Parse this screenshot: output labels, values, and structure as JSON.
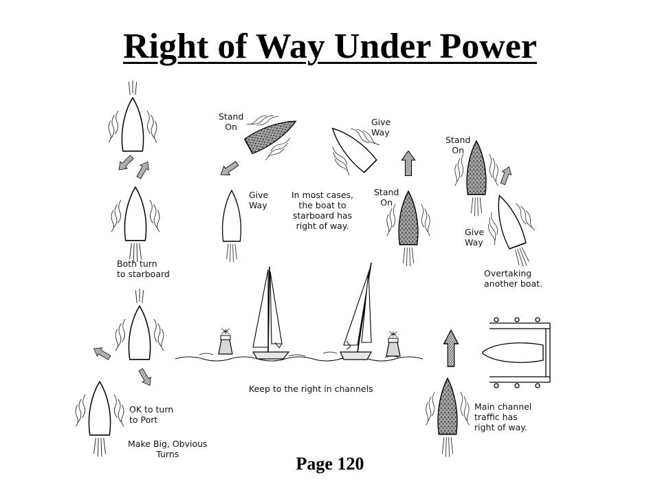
{
  "title": "Right of Way Under Power",
  "page_label": "Page 120",
  "labels": {
    "stand_on_1": [
      "Stand",
      "On"
    ],
    "give_way_1": [
      "Give",
      "Way"
    ],
    "give_way_2": [
      "Give",
      "Way"
    ],
    "most_cases": [
      "In most cases,",
      "the boat to",
      "starboard has",
      "right of way."
    ],
    "stand_on_2": [
      "Stand",
      "On"
    ],
    "stand_on_3": [
      "Stand",
      "On"
    ],
    "give_way_3": [
      "Give",
      "Way"
    ],
    "both_turn": [
      "Both turn",
      "to starboard"
    ],
    "overtaking": [
      "Overtaking",
      "another boat."
    ],
    "keep_right": "Keep to the right in channels",
    "ok_port": [
      "OK to turn",
      "to Port"
    ],
    "make_big": [
      "Make Big, Obvious",
      "Turns"
    ],
    "main_channel": [
      "Main channel",
      "traffic has",
      "right of way."
    ]
  }
}
